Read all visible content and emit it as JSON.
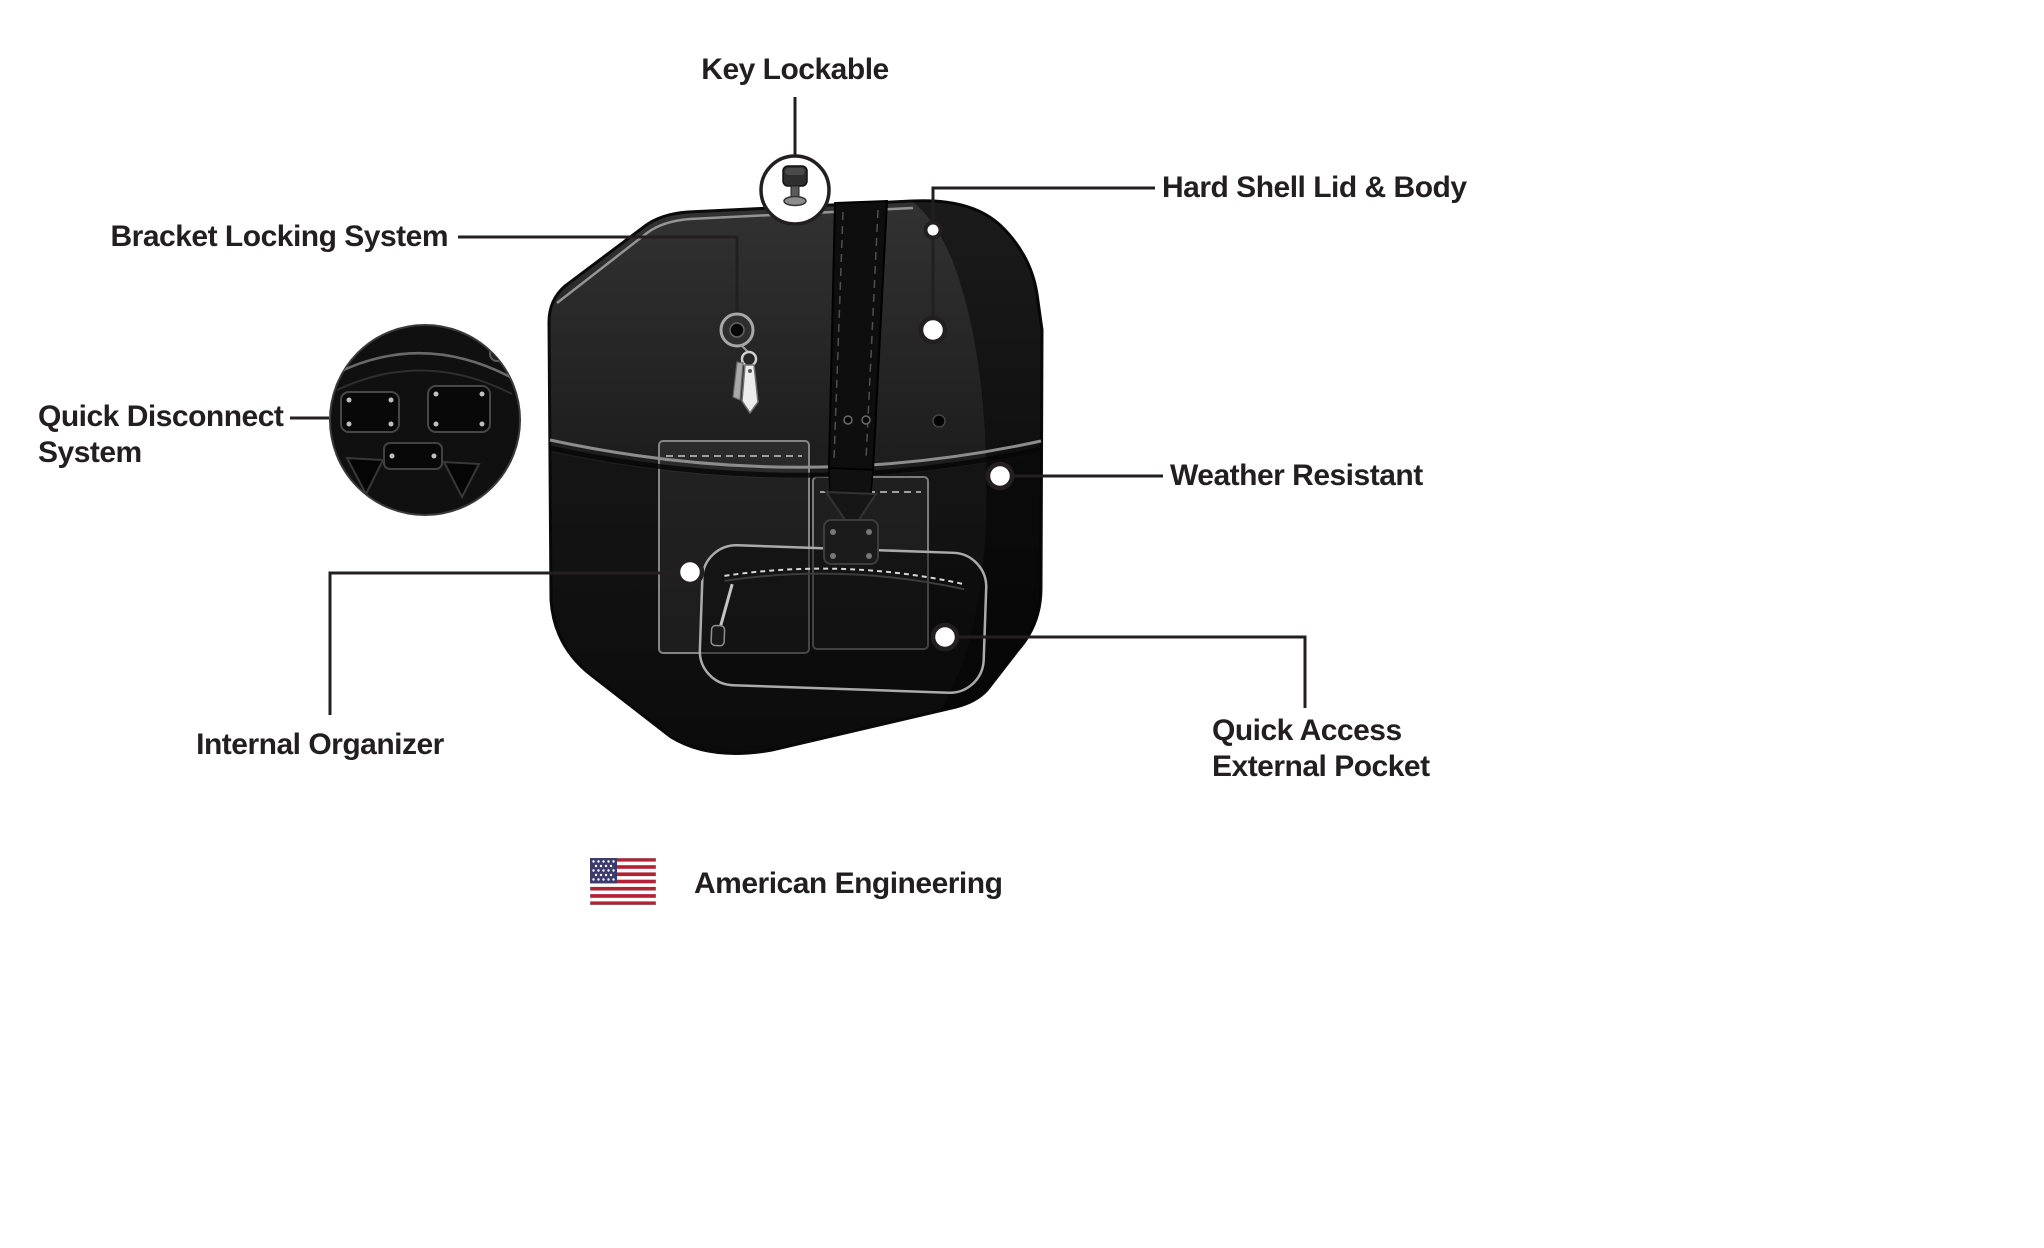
{
  "diagram": {
    "labels": {
      "key_lockable": "Key Lockable",
      "hard_shell": "Hard Shell Lid & Body",
      "bracket_locking": "Bracket Locking System",
      "quick_disconnect_line1": "Quick Disconnect",
      "quick_disconnect_line2": "System",
      "weather_resistant": "Weather Resistant",
      "internal_organizer": "Internal Organizer",
      "quick_access_line1": "Quick Access",
      "quick_access_line2": "External Pocket"
    },
    "footer": {
      "label": "American Engineering",
      "flag_icon": "us-flag-icon"
    },
    "icons": {
      "key": "key-icon",
      "lock": "lock-keyhole-icon",
      "flag": "us-flag-icon"
    }
  },
  "colors": {
    "background": "#ffffff",
    "text": "#231f20",
    "callout_line": "#231f20",
    "bag_black": "#1d1d1d",
    "flag_red": "#b22234",
    "flag_blue": "#3c3b6e",
    "flag_white": "#ffffff"
  }
}
